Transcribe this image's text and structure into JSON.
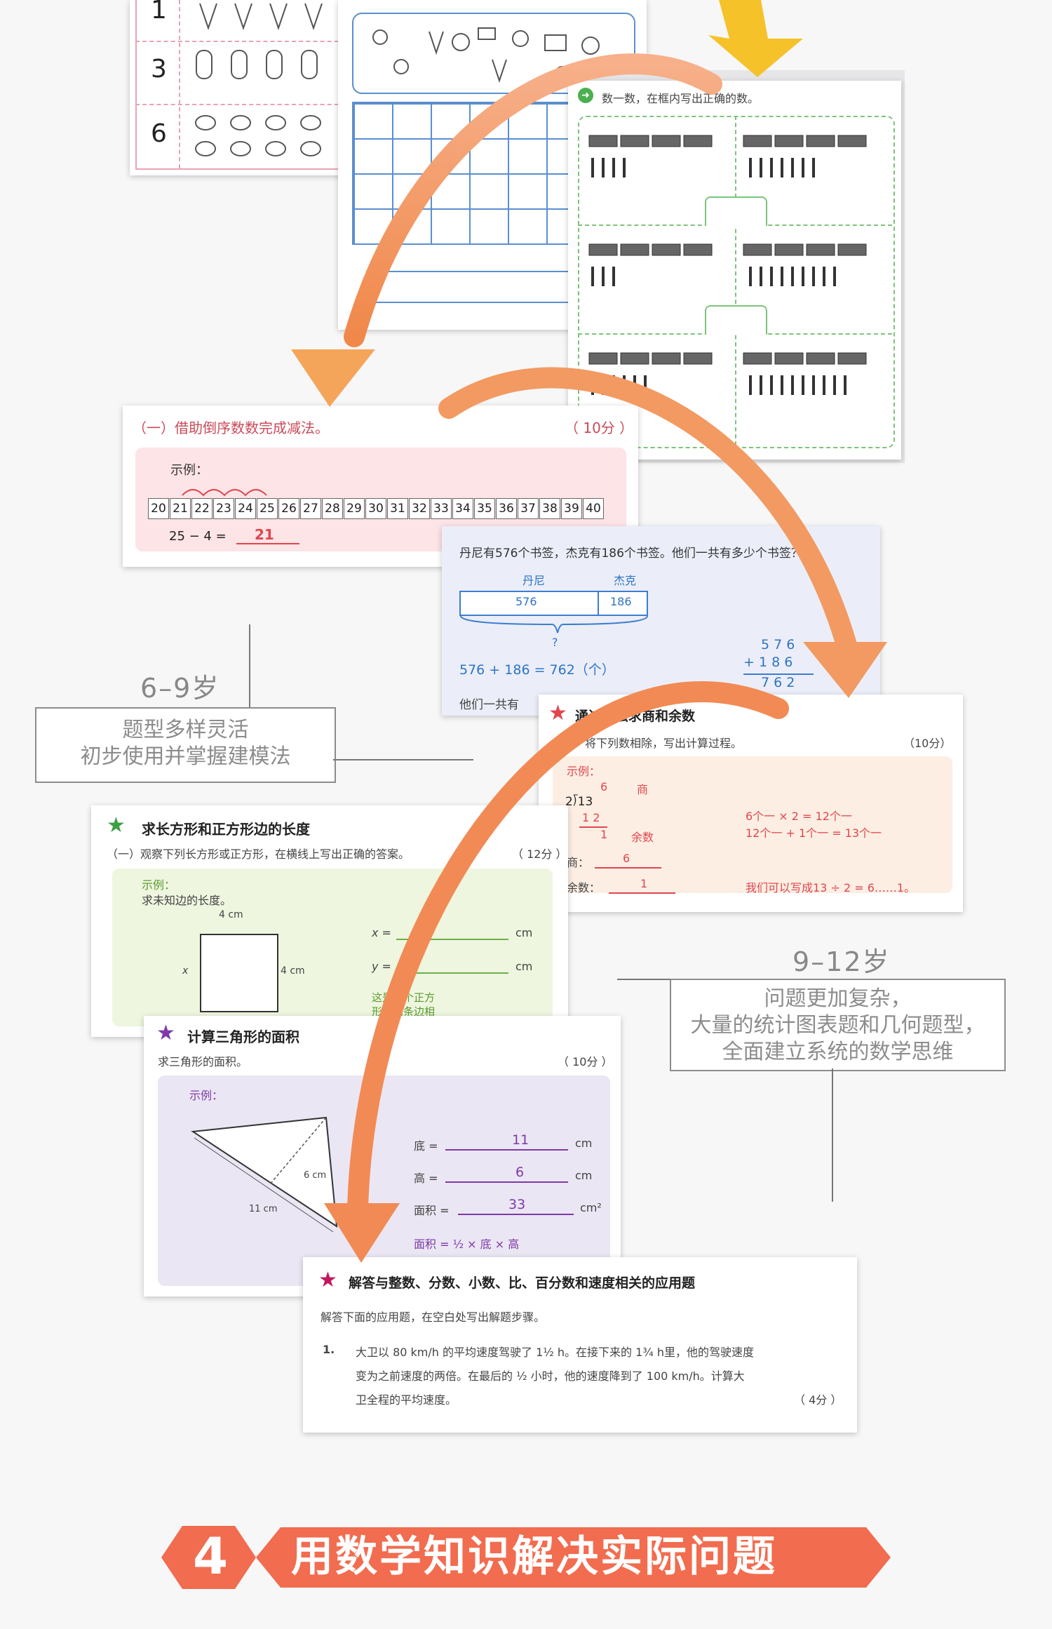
{
  "page": {
    "age_band_1": {
      "label": "6–9岁",
      "desc_line1": "题型多样灵活",
      "desc_line2": "初步使用并掌握建模法"
    },
    "age_band_2": {
      "label": "9–12岁",
      "desc_line1": "问题更加复杂，",
      "desc_line2": "大量的统计图表题和几何题型，",
      "desc_line3": "全面建立系统的数学思维"
    }
  },
  "counting_sheet": {
    "numbers": [
      "1",
      "3",
      "6"
    ]
  },
  "bundle_sheet": {
    "instruction": "数一数，在框内写出正确的数。"
  },
  "subtraction_card": {
    "title": "（一）借助倒序数数完成减法。",
    "score": "（ 10分 ）",
    "example_label": "示例：",
    "number_line": [
      "20",
      "21",
      "22",
      "23",
      "24",
      "25",
      "26",
      "27",
      "28",
      "29",
      "30",
      "31",
      "32",
      "33",
      "34",
      "35",
      "36",
      "37",
      "38",
      "39",
      "40"
    ],
    "equation": "25 − 4 =",
    "answer": "21"
  },
  "bookmark_card": {
    "question": "丹尼有576个书签，杰克有186个书签。他们一共有多少个书签？",
    "label_a": "丹尼",
    "label_b": "杰克",
    "value_a": "576",
    "value_b": "186",
    "unknown": "?",
    "equation": "576 + 186 = 762（个）",
    "answer_text": "他们一共有",
    "vertical": [
      "5 7 6",
      "+ 1 8 6",
      "7 6 2"
    ]
  },
  "division_card": {
    "title": "通过除法求商和余数",
    "instruction": "（一）将下列数相除，写出计算过程。",
    "score": "（10分）",
    "example_label": "示例：",
    "quotient_digit": "6",
    "quotient_label": "商",
    "remainder_label": "余数",
    "divisor_line": "2⟌13",
    "sub_line": "1 2",
    "rem_digit": "1",
    "calc_line1": "6个一 × 2 = 12个一",
    "calc_line2": "12个一 + 1个一 = 13个一",
    "shang_label": "商：",
    "shang_value": "6",
    "yushu_label": "余数：",
    "yushu_value": "1",
    "note": "我们可以写成13 ÷ 2 = 6……1。"
  },
  "rectangle_card": {
    "title": "求长方形和正方形边的长度",
    "instruction": "（一）观察下列长方形或正方形，在横线上写出正确的答案。",
    "score": "（ 12分 ）",
    "example_label": "示例：",
    "sub_instruction": "求未知边的长度。",
    "top_side": "4 cm",
    "right_side": "4 cm",
    "x_mark": "x",
    "y_mark": "y",
    "x_field": "x =",
    "y_field": "y =",
    "unit": "cm",
    "hint": "这是一个正方形，四条边相等。"
  },
  "triangle_card": {
    "title": "计算三角形的面积",
    "instruction": "求三角形的面积。",
    "score": "（ 10分 ）",
    "example_label": "示例：",
    "height_label": "6 cm",
    "base_label": "11 cm",
    "base_field": "底 =",
    "base_value": "11",
    "height_field": "高 =",
    "height_value": "6",
    "area_field": "面积 =",
    "area_value": "33",
    "unit_cm": "cm",
    "unit_cm2": "cm²",
    "formula": "面积 = ½ × 底 × 高"
  },
  "word_problem_card": {
    "title": "解答与整数、分数、小数、比、百分数和速度相关的应用题",
    "instruction": "解答下面的应用题，在空白处写出解题步骤。",
    "item_no": "1.",
    "line1": "大卫以 80 km/h 的平均速度驾驶了 1½ h。在接下来的 1¾ h里，他的驾驶速度",
    "line2": "变为之前速度的两倍。在最后的 ½ 小时，他的速度降到了 100 km/h。计算大",
    "line3": "卫全程的平均速度。",
    "score": "（ 4分 ）"
  },
  "banner": {
    "number": "4",
    "text": "用数学知识解决实际问题"
  },
  "colors": {
    "arrow_orange": "#f08a4b",
    "arrow_yellow": "#f5c22a",
    "banner_orange": "#f26c4f",
    "star_red": "#e0464f",
    "star_purple": "#7d3aa8",
    "star_green": "#3aa043"
  }
}
